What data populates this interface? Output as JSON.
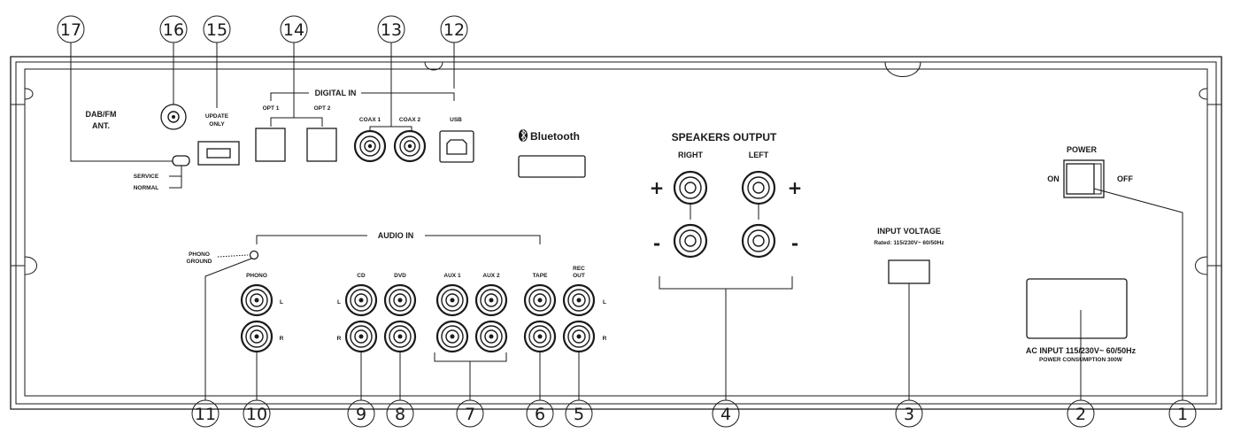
{
  "labels": {
    "digital_in": "DIGITAL IN",
    "opt1": "OPT 1",
    "opt2": "OPT 2",
    "coax1": "COAX 1",
    "coax2": "COAX 2",
    "usb": "USB",
    "update": "UPDATE",
    "only": "ONLY",
    "dab_fm": "DAB/FM",
    "ant": "ANT.",
    "service": "SERVICE",
    "normal": "NORMAL",
    "bluetooth": "Bluetooth",
    "speakers_output": "SPEAKERS OUTPUT",
    "right": "RIGHT",
    "left": "LEFT",
    "plus": "+",
    "minus": "-",
    "power": "POWER",
    "on": "ON",
    "off": "OFF",
    "input_voltage": "INPUT VOLTAGE",
    "rated": "Rated: 115/230V~  60/50Hz",
    "ac_input": "AC INPUT 115/230V~  60/50Hz",
    "power_consumption": "POWER CONSUMPTION 300W",
    "audio_in": "AUDIO IN",
    "phono_ground_1": "PHONO",
    "phono_ground_2": "GROUND",
    "phono": "PHONO",
    "cd": "CD",
    "dvd": "DVD",
    "aux1": "AUX 1",
    "aux2": "AUX 2",
    "tape": "TAPE",
    "rec": "REC",
    "out": "OUT",
    "l": "L",
    "r": "R"
  },
  "callouts": [
    "1",
    "2",
    "3",
    "4",
    "5",
    "6",
    "7",
    "8",
    "9",
    "10",
    "11",
    "12",
    "13",
    "14",
    "15",
    "16",
    "17"
  ],
  "icons": {
    "bluetooth": "bluetooth-icon"
  }
}
